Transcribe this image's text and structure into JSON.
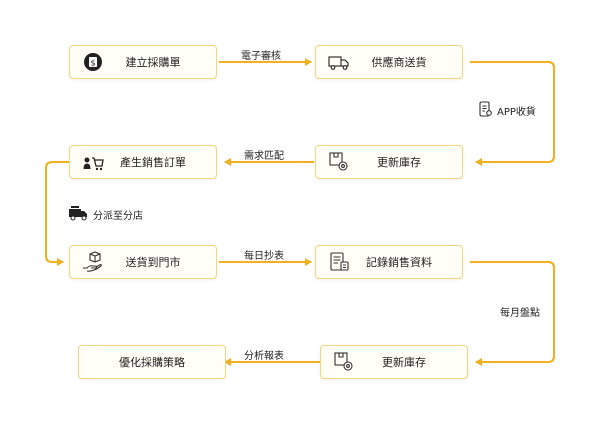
{
  "nodes": {
    "create_po": "建立採購單",
    "supplier_ship": "供應商送貨",
    "update_stock_1": "更新庫存",
    "create_so": "產生銷售訂單",
    "ship_store": "送貨到門市",
    "record_sales": "記錄銷售資料",
    "update_stock_2": "更新庫存",
    "optimize": "優化採購策略"
  },
  "edges": {
    "e1": "電子審核",
    "e2": "APP收貨",
    "e3": "需求匹配",
    "e4": "分派至分店",
    "e5": "每日抄表",
    "e6": "每月盤點",
    "e7": "分析報表"
  },
  "colors": {
    "arrow": "#f0b020",
    "node_border": "#f2d77e",
    "node_fill": "#fffef7"
  }
}
